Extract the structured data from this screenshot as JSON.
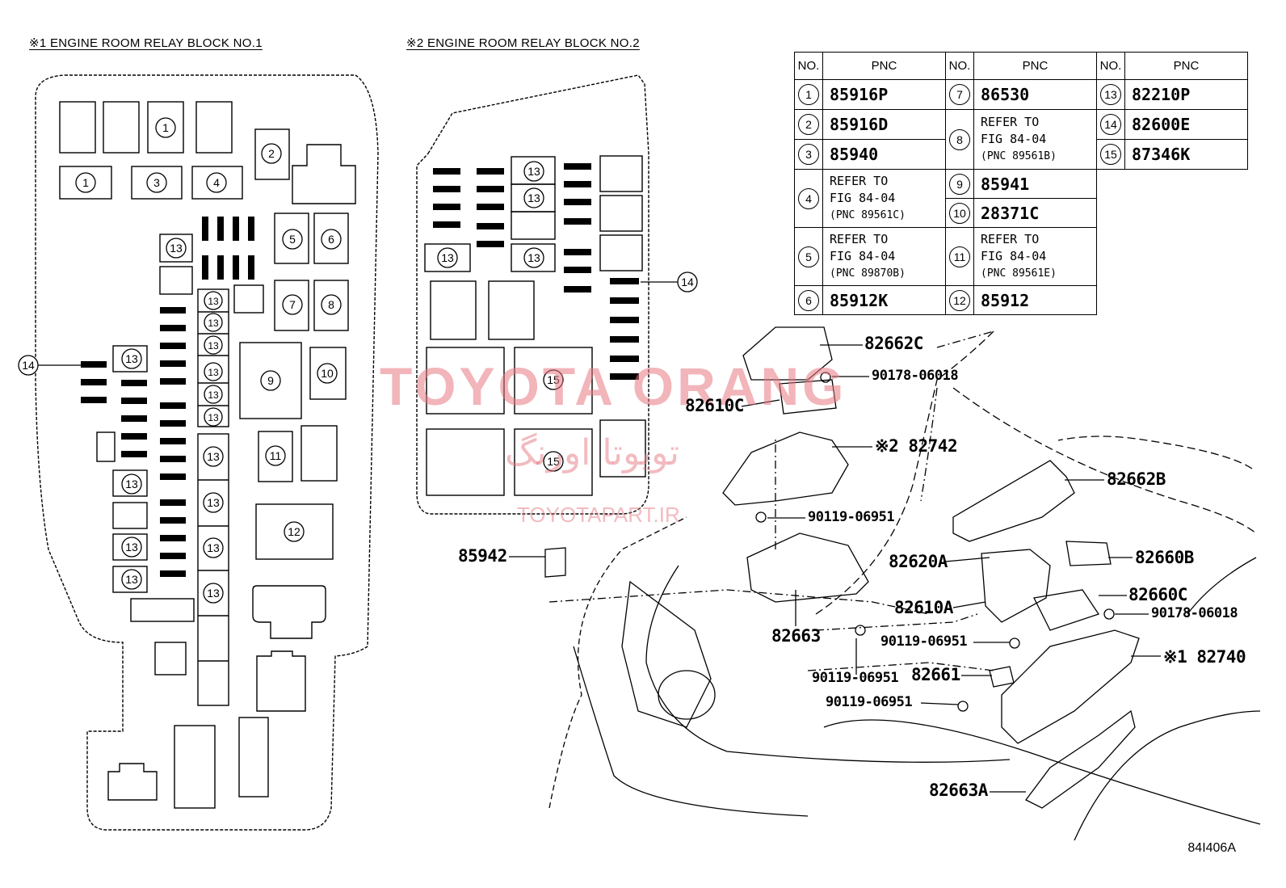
{
  "block1": {
    "title": "※1 ENGINE ROOM RELAY BLOCK NO.1"
  },
  "block2": {
    "title": "※2 ENGINE ROOM RELAY BLOCK NO.2"
  },
  "table": {
    "header_no": "NO.",
    "header_pnc": "PNC",
    "rows": [
      {
        "no": "1",
        "pnc": "85916P"
      },
      {
        "no": "2",
        "pnc": "85916D"
      },
      {
        "no": "3",
        "pnc": "85940"
      },
      {
        "no": "4",
        "pnc_lines": [
          "REFER TO",
          "FIG 84-04",
          "(PNC 89561C)"
        ]
      },
      {
        "no": "5",
        "pnc_lines": [
          "REFER TO",
          "FIG 84-04",
          "(PNC 89870B)"
        ]
      },
      {
        "no": "6",
        "pnc": "85912K"
      },
      {
        "no": "7",
        "pnc": "86530"
      },
      {
        "no": "8",
        "pnc_lines": [
          "REFER TO",
          "FIG 84-04",
          "(PNC 89561B)"
        ]
      },
      {
        "no": "9",
        "pnc": "85941"
      },
      {
        "no": "10",
        "pnc": "28371C"
      },
      {
        "no": "11",
        "pnc_lines": [
          "REFER TO",
          "FIG 84-04",
          "(PNC 89561E)"
        ]
      },
      {
        "no": "12",
        "pnc": "85912"
      },
      {
        "no": "13",
        "pnc": "82210P"
      },
      {
        "no": "14",
        "pnc": "82600E"
      },
      {
        "no": "15",
        "pnc": "87346K"
      }
    ]
  },
  "part_labels": [
    "82662C",
    "90178-06018",
    "82610C",
    "※2 82742",
    "82662B",
    "90119-06951",
    "85942",
    "82620A",
    "82660B",
    "82660C",
    "82610A",
    "90178-06018",
    "82663",
    "90119-06951",
    "※1 82740",
    "90119-06951",
    "82661",
    "90119-06951",
    "82663A"
  ],
  "callouts": {
    "c14_left": "14",
    "c14_right": "14"
  },
  "watermark": {
    "line1": "TOYOTA ORANG",
    "line2": "تویوتا اورنگ",
    "line3": "TOYOTAPART.IR"
  },
  "figure_code": "84I406A"
}
